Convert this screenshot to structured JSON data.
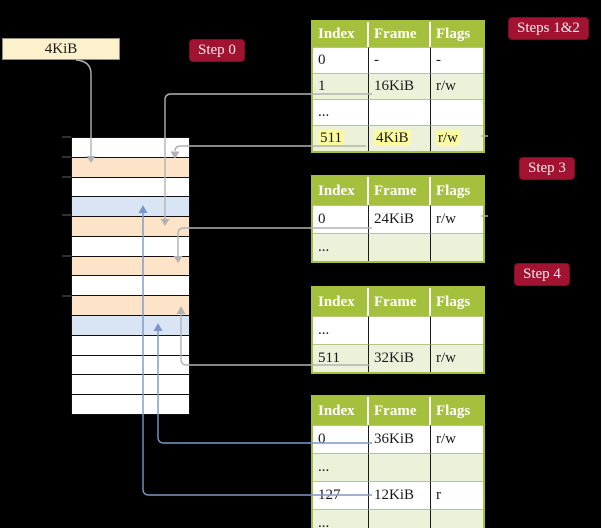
{
  "colors": {
    "green": "#a4c03c",
    "rowgreen": "#ecf1da",
    "red": "#a11330",
    "peach": "#fde3c8",
    "bluerow": "#d9e5f4",
    "cream": "#fcf1cd",
    "yellow": "#fcfc9f",
    "grayline": "#b2b2b2",
    "blueline": "#7b97c7"
  },
  "labels": {
    "page_box": "4KiB",
    "step0": "Step 0",
    "steps12": "Steps 1&2",
    "step3": "Step 3",
    "step4": "Step 4"
  },
  "tables": {
    "l1": {
      "headers": [
        "Index",
        "Frame",
        "Flags"
      ],
      "rows": [
        [
          "0",
          "-",
          "-"
        ],
        [
          "1",
          "16KiB",
          "r/w"
        ],
        [
          "...",
          "",
          ""
        ],
        [
          "511",
          "4KiB",
          "r/w"
        ]
      ],
      "highlight_row": 3
    },
    "l2": {
      "headers": [
        "Index",
        "Frame",
        "Flags"
      ],
      "rows": [
        [
          "0",
          "24KiB",
          "r/w"
        ],
        [
          "...",
          "",
          ""
        ]
      ]
    },
    "l3": {
      "headers": [
        "Index",
        "Frame",
        "Flags"
      ],
      "rows": [
        [
          "...",
          "",
          ""
        ],
        [
          "511",
          "32KiB",
          "r/w"
        ]
      ]
    },
    "l4": {
      "headers": [
        "Index",
        "Frame",
        "Flags"
      ],
      "rows": [
        [
          "0",
          "36KiB",
          "r/w"
        ],
        [
          "...",
          "",
          ""
        ],
        [
          "127",
          "12KiB",
          "r"
        ],
        [
          "...",
          "",
          ""
        ]
      ]
    }
  },
  "memory": {
    "rows": [
      "white",
      "peach",
      "white",
      "blue",
      "peach",
      "white",
      "peach",
      "white",
      "peach",
      "blue",
      "white",
      "white",
      "white",
      "white"
    ]
  }
}
